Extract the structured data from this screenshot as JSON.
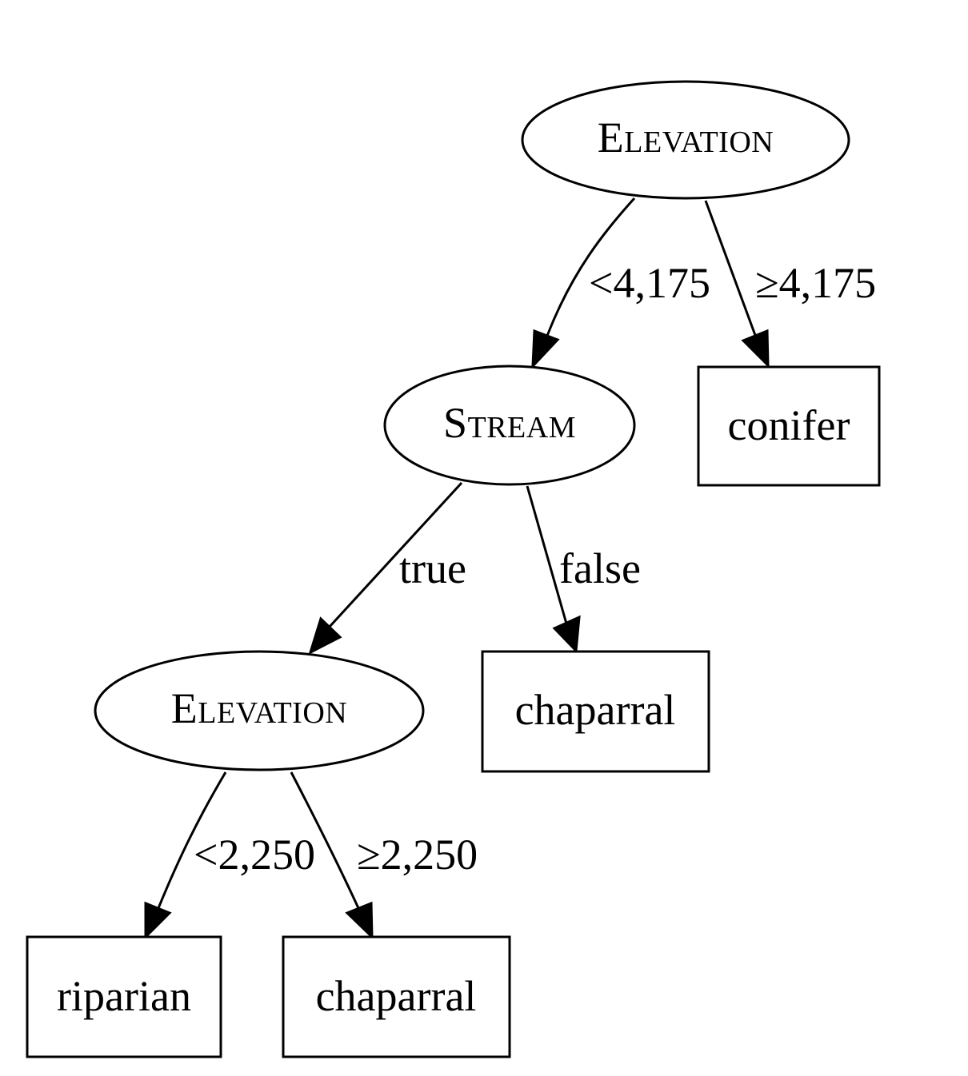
{
  "tree": {
    "root": {
      "label": "Elevation",
      "left_edge_label": "<4,175",
      "right_edge_label": "≥4,175"
    },
    "conifer": {
      "label": "conifer"
    },
    "stream": {
      "label": "Stream",
      "left_edge_label": "true",
      "right_edge_label": "false"
    },
    "chaparral_upper": {
      "label": "chaparral"
    },
    "elevation_lower": {
      "label": "Elevation",
      "left_edge_label": "<2,250",
      "right_edge_label": "≥2,250"
    },
    "riparian": {
      "label": "riparian"
    },
    "chaparral_lower": {
      "label": "chaparral"
    }
  }
}
